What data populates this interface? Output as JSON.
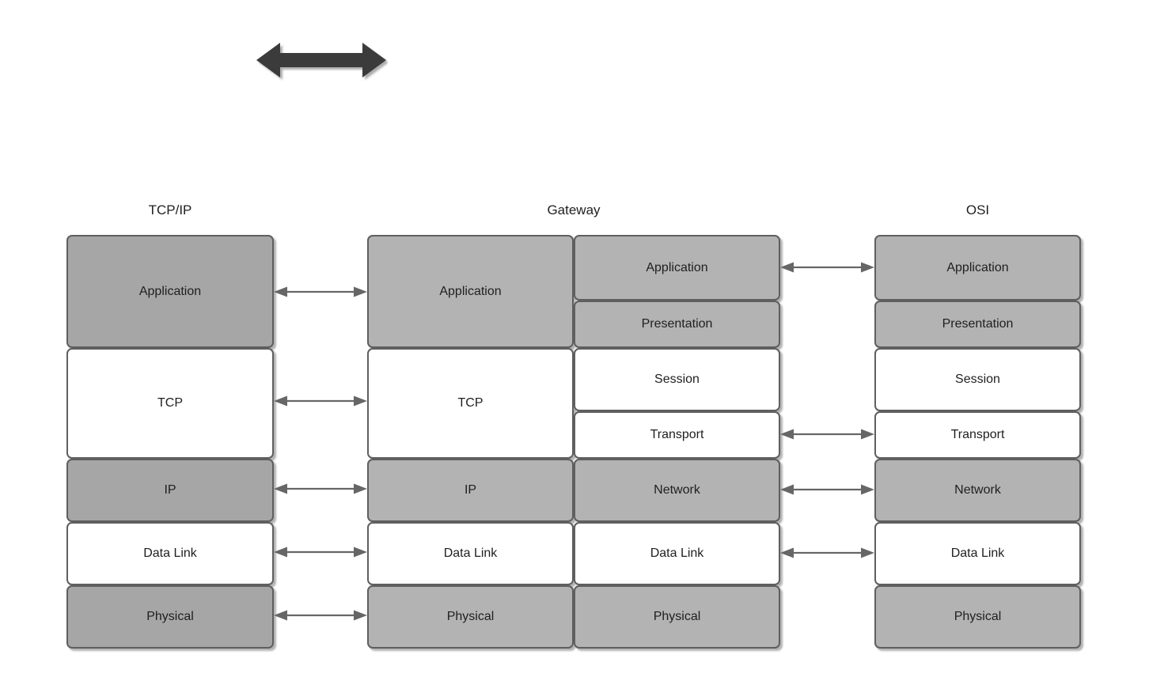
{
  "diagram": {
    "title_top_arrow": "bidirectional-arrow",
    "colors": {
      "box_border": "#5f5f5f",
      "fill_dark_gray": "#a6a6a6",
      "fill_light_gray": "#b3b3b3",
      "fill_white": "#ffffff",
      "arrow_gray": "#666666",
      "big_arrow_dark": "#3a3a3a",
      "text": "#1f1f1f"
    },
    "columns": [
      {
        "id": "tcpip",
        "header": "TCP/IP",
        "layers": [
          {
            "label": "Application",
            "fill": "gray"
          },
          {
            "label": "TCP",
            "fill": "white"
          },
          {
            "label": "IP",
            "fill": "gray"
          },
          {
            "label": "Data Link",
            "fill": "white"
          },
          {
            "label": "Physical",
            "fill": "gray"
          }
        ]
      },
      {
        "id": "gateway",
        "header": "Gateway",
        "left_stack": [
          {
            "label": "Application",
            "fill": "gray2"
          },
          {
            "label": "TCP",
            "fill": "white"
          },
          {
            "label": "IP",
            "fill": "gray2"
          },
          {
            "label": "Data Link",
            "fill": "white"
          },
          {
            "label": "Physical",
            "fill": "gray2"
          }
        ],
        "right_stack": [
          {
            "label": "Application",
            "fill": "gray2"
          },
          {
            "label": "Presentation",
            "fill": "gray2"
          },
          {
            "label": "Session",
            "fill": "white"
          },
          {
            "label": "Transport",
            "fill": "white"
          },
          {
            "label": "Network",
            "fill": "gray2"
          },
          {
            "label": "Data Link",
            "fill": "white"
          },
          {
            "label": "Physical",
            "fill": "gray2"
          }
        ]
      },
      {
        "id": "osi",
        "header": "OSI",
        "layers": [
          {
            "label": "Application",
            "fill": "gray2"
          },
          {
            "label": "Presentation",
            "fill": "gray2"
          },
          {
            "label": "Session",
            "fill": "white"
          },
          {
            "label": "Transport",
            "fill": "white"
          },
          {
            "label": "Network",
            "fill": "gray2"
          },
          {
            "label": "Data Link",
            "fill": "white"
          },
          {
            "label": "Physical",
            "fill": "gray2"
          }
        ]
      }
    ],
    "connectors_left": [
      {
        "pairs": "Application-Application"
      },
      {
        "pairs": "TCP-TCP"
      },
      {
        "pairs": "IP-IP"
      },
      {
        "pairs": "Data Link-Data Link"
      },
      {
        "pairs": "Physical-Physical"
      }
    ],
    "connectors_right": [
      {
        "pairs": "Application-Application"
      },
      {
        "pairs": "Transport-Transport"
      },
      {
        "pairs": "Network-Network"
      },
      {
        "pairs": "Data Link-Data Link"
      }
    ]
  }
}
